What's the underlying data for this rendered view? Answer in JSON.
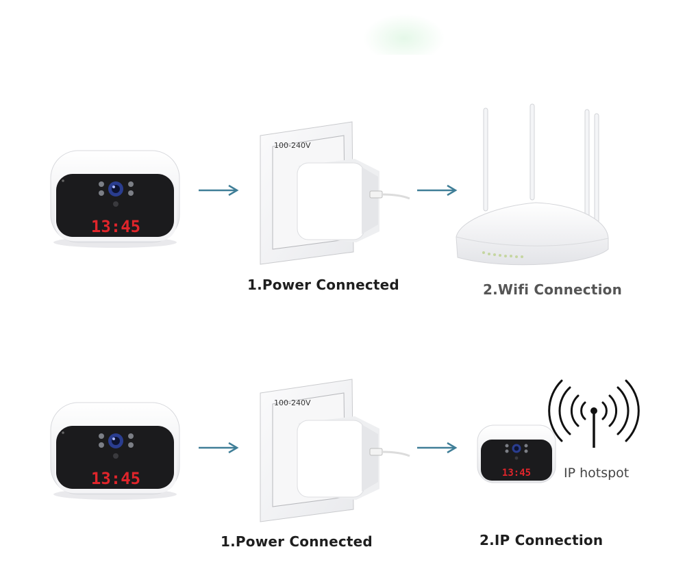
{
  "rows": [
    {
      "camera_clock": "13:45",
      "outlet_voltage": "100-240V",
      "step1_label": "1.Power Connected",
      "step2_label": "2.Wifi Connection"
    },
    {
      "camera_clock": "13:45",
      "outlet_voltage": "100-240V",
      "step1_label": "1.Power Connected",
      "step2_label": "2.IP Connection",
      "small_camera_clock": "13:45",
      "hotspot_label": "IP hotspot"
    }
  ],
  "icons": [
    "clock-camera-icon",
    "wall-outlet-icon",
    "usb-charger-icon",
    "arrow-right-icon",
    "wifi-router-icon",
    "signal-tower-icon"
  ],
  "colors": {
    "arrow": "#3f7e97",
    "led": "#e0252b",
    "camera_face": "#1b1b1d"
  }
}
